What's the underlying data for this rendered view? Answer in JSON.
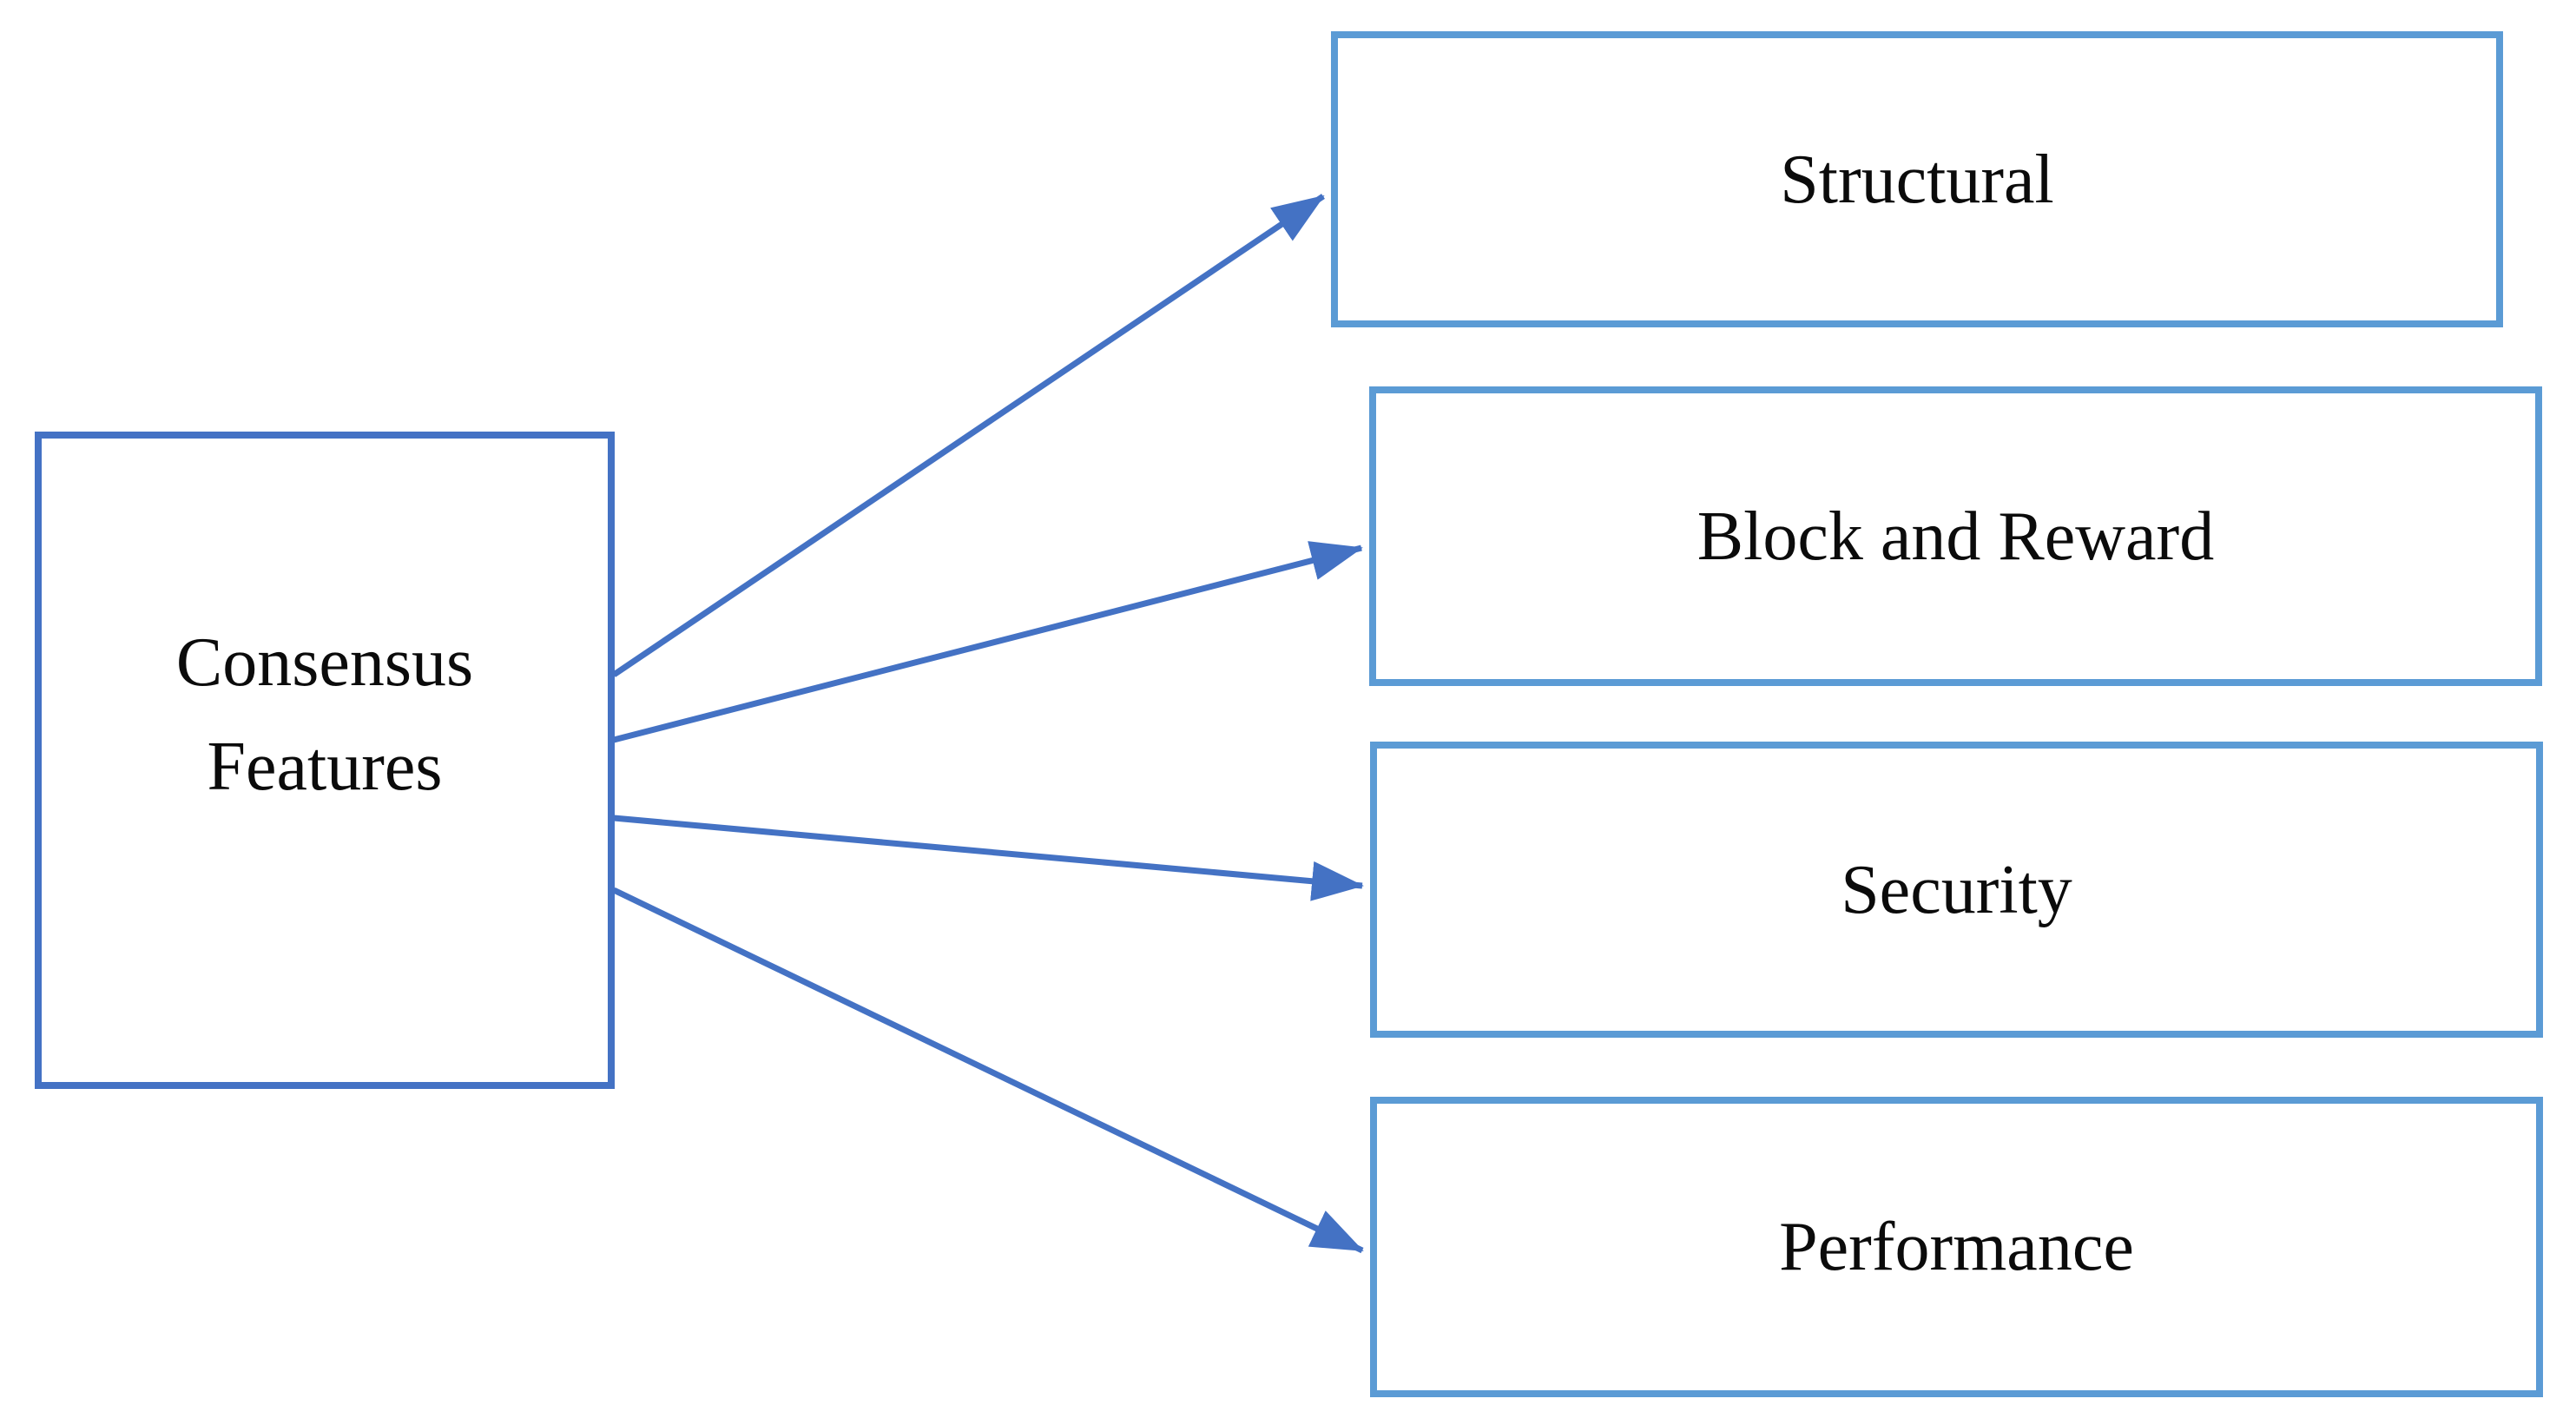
{
  "diagram": {
    "type": "flow-fanout",
    "colors": {
      "primary": "#4472C4",
      "secondary": "#5B9BD5",
      "text": "#0b0b0b",
      "background": "#ffffff"
    },
    "nodes": {
      "consensus": {
        "lines": [
          "Consensus",
          "Features"
        ]
      },
      "structural": {
        "label": "Structural"
      },
      "block_reward": {
        "label": "Block and Reward"
      },
      "security": {
        "label": "Security"
      },
      "performance": {
        "label": "Performance"
      }
    },
    "edges": [
      {
        "from": "Consensus Features",
        "to": "Structural"
      },
      {
        "from": "Consensus Features",
        "to": "Block and Reward"
      },
      {
        "from": "Consensus Features",
        "to": "Security"
      },
      {
        "from": "Consensus Features",
        "to": "Performance"
      }
    ]
  }
}
